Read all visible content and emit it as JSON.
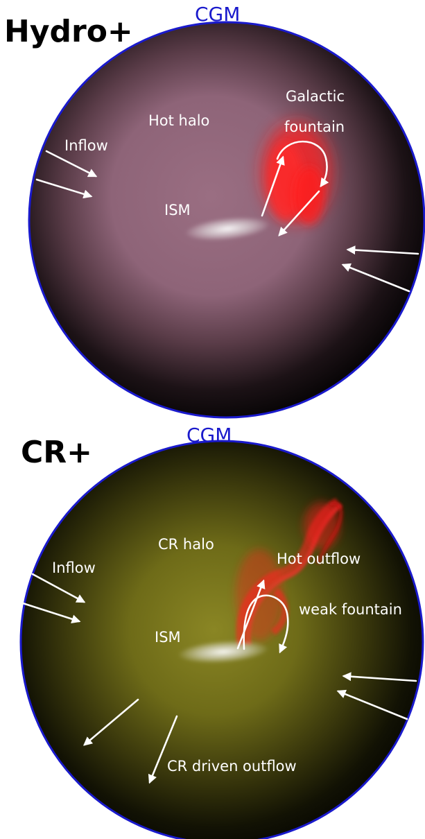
{
  "colors": {
    "boundary": "#1a1acc",
    "cgm_label": "#1a1acc",
    "hydro_halo": "#8e6478",
    "cr_halo": "#7d7a1e",
    "fountain_red": "#ff1a1a",
    "ism": "#e8e8e8"
  },
  "panels": [
    {
      "title": "Hydro+",
      "cgm_label": "CGM",
      "labels": {
        "halo": "Hot halo",
        "inflow": "Inflow",
        "ism": "ISM",
        "fountain_line1": "Galactic",
        "fountain_line2": "fountain"
      }
    },
    {
      "title": "CR+",
      "cgm_label": "CGM",
      "labels": {
        "halo": "CR halo",
        "inflow": "Inflow",
        "ism": "ISM",
        "hot_outflow": "Hot outflow",
        "weak_fountain": "weak fountain",
        "cr_outflow": "CR driven outflow"
      }
    }
  ]
}
